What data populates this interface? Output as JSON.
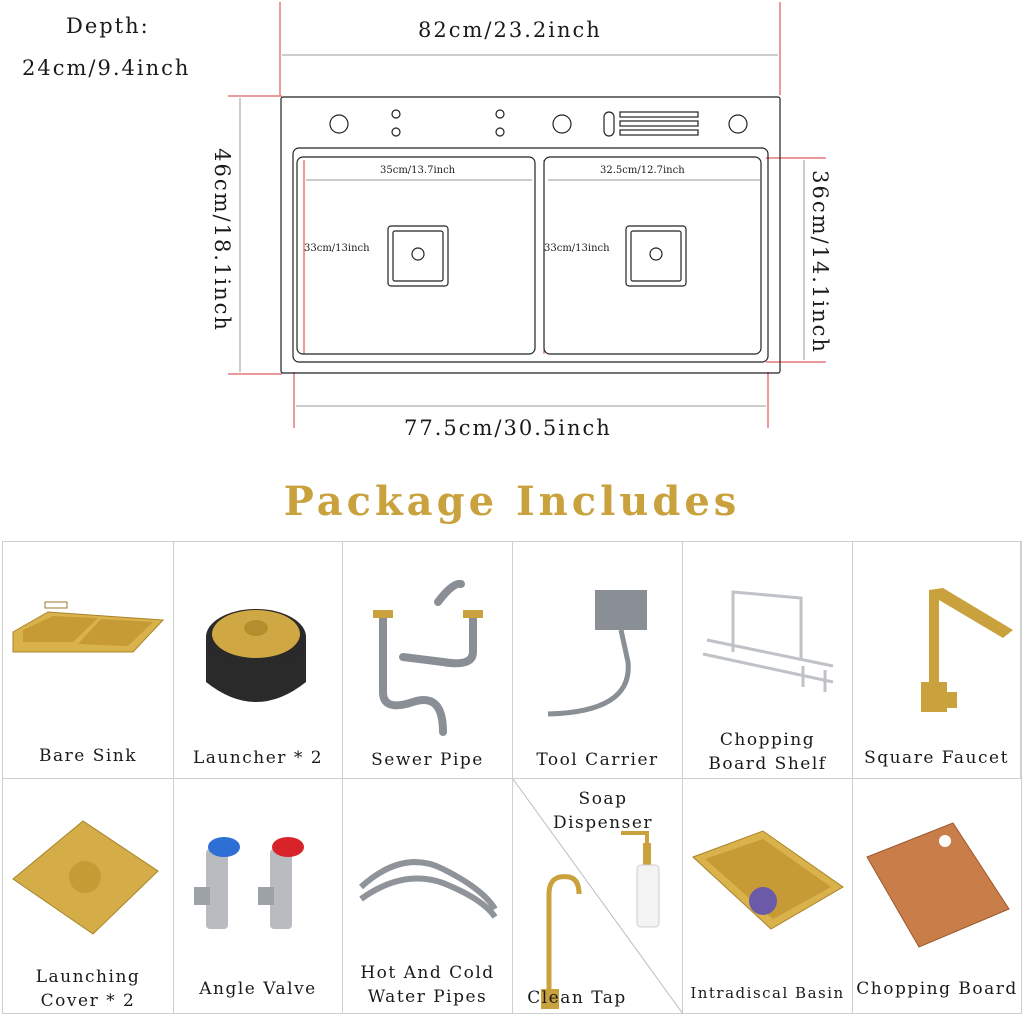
{
  "dimensions": {
    "depth_label": "Depth:",
    "depth_value": "24cm/9.4inch",
    "top_width": "82cm/23.2inch",
    "bottom_width": "77.5cm/30.5inch",
    "left_height": "46cm/18.1inch",
    "right_height": "36cm/14.1inch",
    "basin_left_width": "35cm/13.7inch",
    "basin_right_width": "32.5cm/12.7inch",
    "basin_left_height": "33cm/13inch",
    "basin_right_height": "33cm/13inch"
  },
  "section_title": "Package Includes",
  "colors": {
    "gold": "#c9a23e",
    "dimension_line": "#d9343a",
    "border": "#cfcfcf"
  },
  "items": [
    {
      "label_lines": [
        "Bare Sink"
      ],
      "icon": "sink-icon"
    },
    {
      "label_lines": [
        "Launcher * 2"
      ],
      "icon": "launcher-icon"
    },
    {
      "label_lines": [
        "Sewer Pipe"
      ],
      "icon": "sewer-pipe-icon"
    },
    {
      "label_lines": [
        "Tool Carrier"
      ],
      "icon": "tool-carrier-icon"
    },
    {
      "label_lines": [
        "Chopping",
        "Board Shelf"
      ],
      "icon": "shelf-icon"
    },
    {
      "label_lines": [
        "Square Faucet"
      ],
      "icon": "faucet-icon"
    },
    {
      "label_lines": [
        "Launching",
        "Cover * 2"
      ],
      "icon": "cover-icon"
    },
    {
      "label_lines": [
        "Angle Valve"
      ],
      "icon": "valve-icon"
    },
    {
      "label_lines": [
        "Hot And Cold",
        "Water Pipes"
      ],
      "icon": "hose-icon"
    },
    {
      "label_lines": [
        "Clean Tap"
      ],
      "icon": "tap-icon"
    },
    {
      "label_lines": [
        "Soap",
        "Dispenser"
      ],
      "icon": "soap-dispenser-icon"
    },
    {
      "label_lines": [
        "Intradiscal Basin"
      ],
      "icon": "basin-icon"
    },
    {
      "label_lines": [
        "Chopping Board"
      ],
      "icon": "board-icon"
    }
  ]
}
